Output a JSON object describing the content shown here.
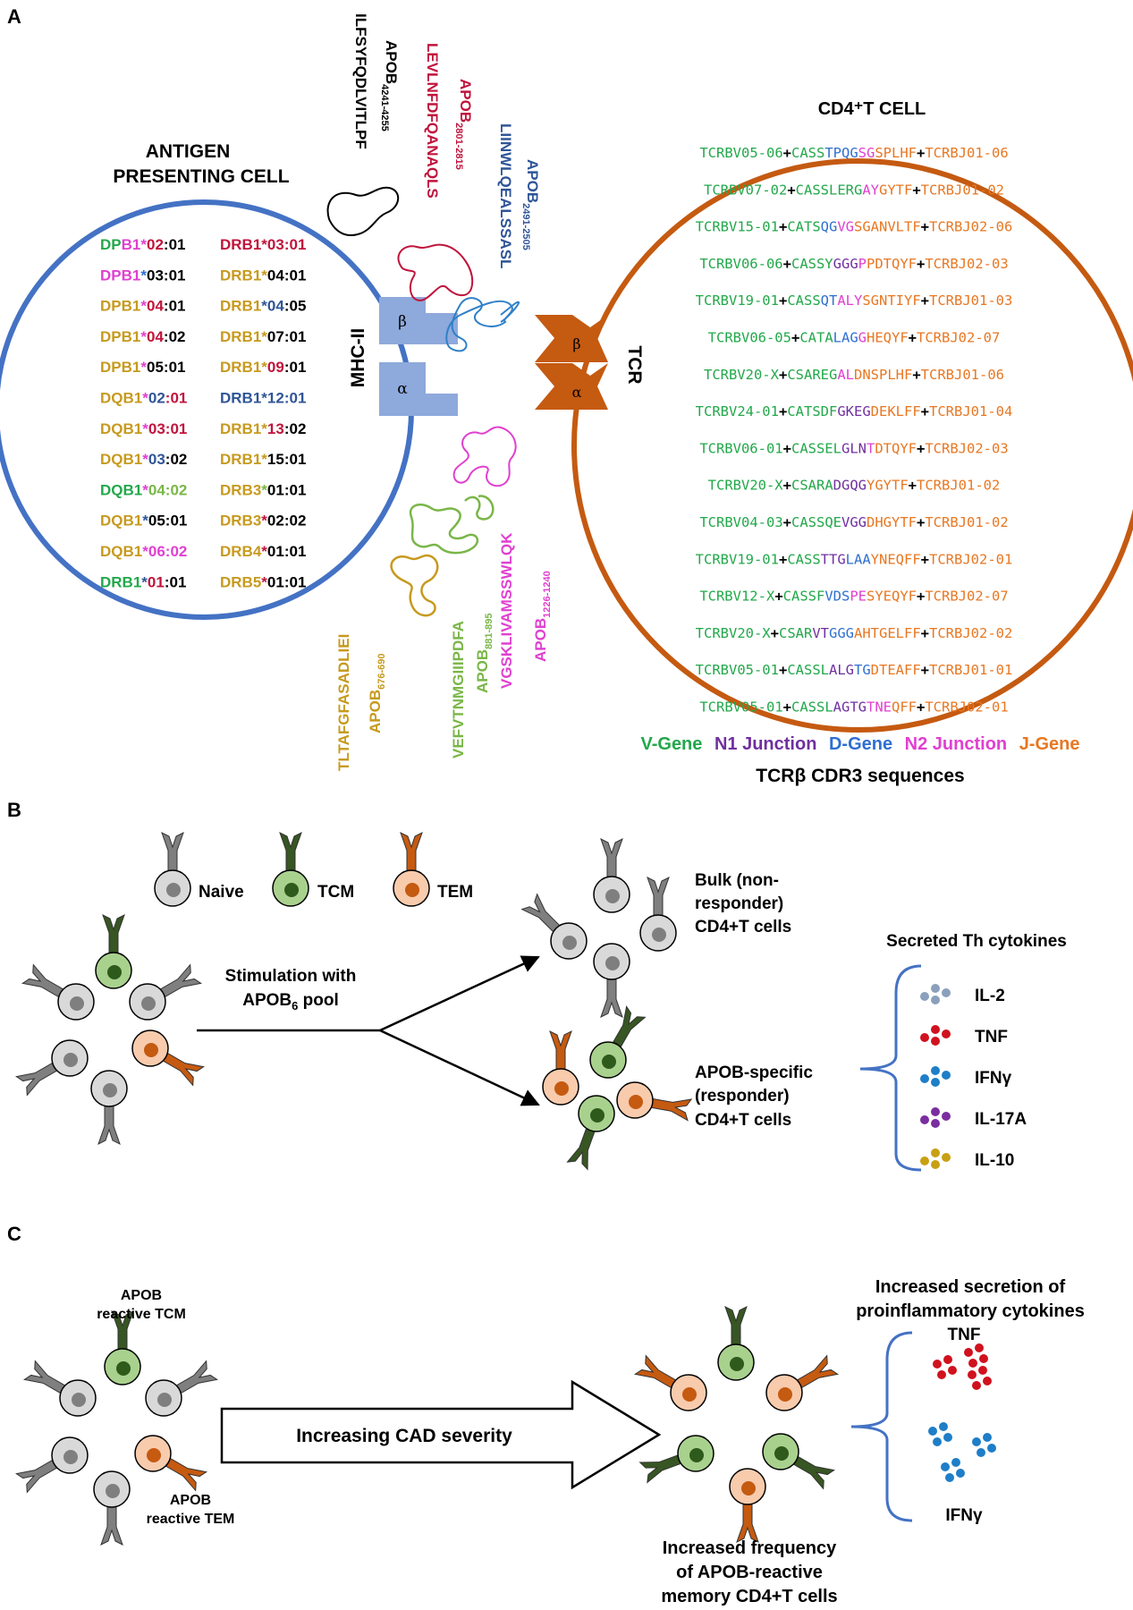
{
  "panels": {
    "a": "A",
    "b": "B",
    "c": "C"
  },
  "colors": {
    "v": "#22a84a",
    "n1": "#7030a0",
    "d": "#2f6fd0",
    "n2": "#e040d0",
    "j": "#e87722",
    "black": "#000000"
  },
  "apc": {
    "line1": "ANTIGEN",
    "line2": "PRESENTING CELL"
  },
  "cd4_title": "CD4⁺T CELL",
  "mhc_label": "MHC-II",
  "tcr_label": "TCR",
  "beta": "β",
  "alpha": "α",
  "alleles_left": [
    [
      [
        "DP",
        "#22a84a"
      ],
      [
        "B1",
        "#e040d0"
      ],
      [
        "*",
        "#e040d0"
      ],
      [
        "02",
        "#c0143c"
      ],
      [
        ":01",
        "#000000"
      ]
    ],
    [
      [
        "DPB1",
        "#e040d0"
      ],
      [
        "*",
        "#2f6fd0"
      ],
      [
        "03",
        "#000000"
      ],
      [
        ":01",
        "#000000"
      ]
    ],
    [
      [
        "DPB1",
        "#c79a1e"
      ],
      [
        "*",
        "#e040d0"
      ],
      [
        "04",
        "#c0143c"
      ],
      [
        ":01",
        "#000000"
      ]
    ],
    [
      [
        "DPB1",
        "#c79a1e"
      ],
      [
        "*",
        "#e040d0"
      ],
      [
        "04",
        "#c0143c"
      ],
      [
        ":02",
        "#000000"
      ]
    ],
    [
      [
        "DPB1",
        "#c79a1e"
      ],
      [
        "*",
        "#e040d0"
      ],
      [
        "05",
        "#000000"
      ],
      [
        ":01",
        "#000000"
      ]
    ],
    [
      [
        "DQB1",
        "#c79a1e"
      ],
      [
        "*",
        "#e040d0"
      ],
      [
        "02",
        "#2f5597"
      ],
      [
        ":01",
        "#c0143c"
      ]
    ],
    [
      [
        "DQB1",
        "#c79a1e"
      ],
      [
        "*",
        "#e040d0"
      ],
      [
        "03",
        "#c0143c"
      ],
      [
        ":01",
        "#c0143c"
      ]
    ],
    [
      [
        "DQB1",
        "#c79a1e"
      ],
      [
        "*",
        "#e040d0"
      ],
      [
        "03",
        "#2f5597"
      ],
      [
        ":02",
        "#000000"
      ]
    ],
    [
      [
        "DQB1",
        "#22a84a"
      ],
      [
        "*",
        "#e040d0"
      ],
      [
        "04",
        "#7ab648"
      ],
      [
        ":02",
        "#7ab648"
      ]
    ],
    [
      [
        "DQB1",
        "#c79a1e"
      ],
      [
        "*",
        "#2f5597"
      ],
      [
        "05",
        "#000000"
      ],
      [
        ":01",
        "#000000"
      ]
    ],
    [
      [
        "DQB1",
        "#c79a1e"
      ],
      [
        "*",
        "#e040d0"
      ],
      [
        "06",
        "#e040d0"
      ],
      [
        ":02",
        "#e040d0"
      ]
    ],
    [
      [
        "DRB1",
        "#22a84a"
      ],
      [
        "*",
        "#2f5597"
      ],
      [
        "01",
        "#c0143c"
      ],
      [
        ":01",
        "#000000"
      ]
    ]
  ],
  "alleles_right": [
    [
      [
        "DRB1",
        "#c0143c"
      ],
      [
        "*",
        "#c0143c"
      ],
      [
        "03",
        "#c0143c"
      ],
      [
        ":01",
        "#c0143c"
      ]
    ],
    [
      [
        "DRB1",
        "#c79a1e"
      ],
      [
        "*",
        "#c79a1e"
      ],
      [
        "04",
        "#000000"
      ],
      [
        ":01",
        "#000000"
      ]
    ],
    [
      [
        "DRB1",
        "#c79a1e"
      ],
      [
        "*",
        "#2f5597"
      ],
      [
        "04",
        "#2f5597"
      ],
      [
        ":05",
        "#000000"
      ]
    ],
    [
      [
        "DRB1",
        "#c79a1e"
      ],
      [
        "*",
        "#c79a1e"
      ],
      [
        "07",
        "#000000"
      ],
      [
        ":01",
        "#000000"
      ]
    ],
    [
      [
        "DRB1",
        "#c79a1e"
      ],
      [
        "*",
        "#c79a1e"
      ],
      [
        "09",
        "#c0143c"
      ],
      [
        ":01",
        "#000000"
      ]
    ],
    [
      [
        "DRB1",
        "#2f5597"
      ],
      [
        "*",
        "#2f5597"
      ],
      [
        "12",
        "#2f5597"
      ],
      [
        ":01",
        "#2f5597"
      ]
    ],
    [
      [
        "DRB1",
        "#c79a1e"
      ],
      [
        "*",
        "#c79a1e"
      ],
      [
        "13",
        "#c0143c"
      ],
      [
        ":02",
        "#000000"
      ]
    ],
    [
      [
        "DRB1",
        "#c79a1e"
      ],
      [
        "*",
        "#c79a1e"
      ],
      [
        "15",
        "#000000"
      ],
      [
        ":01",
        "#000000"
      ]
    ],
    [
      [
        "DRB3",
        "#c79a1e"
      ],
      [
        "*",
        "#7ab648"
      ],
      [
        "01",
        "#000000"
      ],
      [
        ":01",
        "#000000"
      ]
    ],
    [
      [
        "DRB3",
        "#c79a1e"
      ],
      [
        "*",
        "#c0143c"
      ],
      [
        "02",
        "#000000"
      ],
      [
        ":02",
        "#000000"
      ]
    ],
    [
      [
        "DRB4",
        "#c79a1e"
      ],
      [
        "*",
        "#c0143c"
      ],
      [
        "01",
        "#000000"
      ],
      [
        ":01",
        "#000000"
      ]
    ],
    [
      [
        "DRB5",
        "#c79a1e"
      ],
      [
        "*",
        "#c0143c"
      ],
      [
        "01",
        "#000000"
      ],
      [
        ":01",
        "#000000"
      ]
    ]
  ],
  "peptides": [
    {
      "seq": "ILFSYFQDLVITLPF",
      "apob": "APOB",
      "range": "4241-4255",
      "color": "#000000"
    },
    {
      "seq": "LEVLNFDFQANAQLS",
      "apob": "APOB",
      "range": "2801-2815",
      "color": "#c0143c"
    },
    {
      "seq": "LIINWLQEALSSASL",
      "apob": "APOB",
      "range": "2491-2505",
      "color": "#2f5597"
    },
    {
      "seq": "VGSKLIVAMSSWLQK",
      "apob": "APOB",
      "range": "1226-1240",
      "color": "#e040d0"
    },
    {
      "seq": "VEFVTNMGIIIPDFA",
      "apob": "APOB",
      "range": "881-895",
      "color": "#7ab648"
    },
    {
      "seq": "TLTAFGFASADLIEI",
      "apob": "APOB",
      "range": "676-690",
      "color": "#c79a1e"
    }
  ],
  "cdr3": [
    [
      [
        "TCRBV05-06",
        "v"
      ],
      [
        "+",
        "k"
      ],
      [
        "CASS",
        "v"
      ],
      [
        "TPQG",
        "d"
      ],
      [
        "SG",
        "n2"
      ],
      [
        "SPLHF",
        "j"
      ],
      [
        "+",
        "k"
      ],
      [
        "TCRBJ01-06",
        "j"
      ]
    ],
    [
      [
        "TCRBV07-02",
        "v"
      ],
      [
        "+",
        "k"
      ],
      [
        "CASSLERG",
        "v"
      ],
      [
        "AY",
        "n2"
      ],
      [
        "GYTF",
        "j"
      ],
      [
        "+",
        "k"
      ],
      [
        "TCRBJ01-02",
        "j"
      ]
    ],
    [
      [
        "TCRBV15-01",
        "v"
      ],
      [
        "+",
        "k"
      ],
      [
        "CATS",
        "v"
      ],
      [
        "QG",
        "d"
      ],
      [
        "VG",
        "n2"
      ],
      [
        "SGANVLTF",
        "j"
      ],
      [
        "+",
        "k"
      ],
      [
        "TCRBJ02-06",
        "j"
      ]
    ],
    [
      [
        "TCRBV06-06",
        "v"
      ],
      [
        "+",
        "k"
      ],
      [
        "CASSY",
        "v"
      ],
      [
        "GGG",
        "n1"
      ],
      [
        "P",
        "n2"
      ],
      [
        "PDTQYF",
        "j"
      ],
      [
        "+",
        "k"
      ],
      [
        "TCRBJ02-03",
        "j"
      ]
    ],
    [
      [
        "TCRBV19-01",
        "v"
      ],
      [
        "+",
        "k"
      ],
      [
        "CASS",
        "v"
      ],
      [
        "QT",
        "d"
      ],
      [
        "ALY",
        "n2"
      ],
      [
        "SGNTIYF",
        "j"
      ],
      [
        "+",
        "k"
      ],
      [
        "TCRBJ01-03",
        "j"
      ]
    ],
    [
      [
        "TCRBV06-05",
        "v"
      ],
      [
        "+",
        "k"
      ],
      [
        "CATA",
        "v"
      ],
      [
        "LAG",
        "d"
      ],
      [
        "G",
        "n2"
      ],
      [
        "HEQYF",
        "j"
      ],
      [
        "+",
        "k"
      ],
      [
        "TCRBJ02-07",
        "j"
      ]
    ],
    [
      [
        "TCRBV20-X",
        "v"
      ],
      [
        "+",
        "k"
      ],
      [
        "CSAREG",
        "v"
      ],
      [
        "AL",
        "n2"
      ],
      [
        "DNSPLHF",
        "j"
      ],
      [
        "+",
        "k"
      ],
      [
        "TCRBJ01-06",
        "j"
      ]
    ],
    [
      [
        "TCRBV24-01",
        "v"
      ],
      [
        "+",
        "k"
      ],
      [
        "CATSDF",
        "v"
      ],
      [
        "GKEG",
        "n1"
      ],
      [
        "DEKLFF",
        "j"
      ],
      [
        "+",
        "k"
      ],
      [
        "TCRBJ01-04",
        "j"
      ]
    ],
    [
      [
        "TCRBV06-01",
        "v"
      ],
      [
        "+",
        "k"
      ],
      [
        "CASSEL",
        "v"
      ],
      [
        "GLN",
        "n1"
      ],
      [
        "T",
        "n2"
      ],
      [
        "DTQYF",
        "j"
      ],
      [
        "+",
        "k"
      ],
      [
        "TCRBJ02-03",
        "j"
      ]
    ],
    [
      [
        "TCRBV20-X",
        "v"
      ],
      [
        "+",
        "k"
      ],
      [
        "CSARA",
        "v"
      ],
      [
        "DGQG",
        "n1"
      ],
      [
        "YGYTF",
        "j"
      ],
      [
        "+",
        "k"
      ],
      [
        "TCRBJ01-02",
        "j"
      ]
    ],
    [
      [
        "TCRBV04-03",
        "v"
      ],
      [
        "+",
        "k"
      ],
      [
        "CASSQE",
        "v"
      ],
      [
        "VGG",
        "n1"
      ],
      [
        "DHGYTF",
        "j"
      ],
      [
        "+",
        "k"
      ],
      [
        "TCRBJ01-02",
        "j"
      ]
    ],
    [
      [
        "TCRBV19-01",
        "v"
      ],
      [
        "+",
        "k"
      ],
      [
        "CASS",
        "v"
      ],
      [
        "TTG",
        "n1"
      ],
      [
        "LAA",
        "d"
      ],
      [
        "YNEQFF",
        "j"
      ],
      [
        "+",
        "k"
      ],
      [
        "TCRBJ02-01",
        "j"
      ]
    ],
    [
      [
        "TCRBV12-X",
        "v"
      ],
      [
        "+",
        "k"
      ],
      [
        "CASSF",
        "v"
      ],
      [
        "VDS",
        "d"
      ],
      [
        "PE",
        "n2"
      ],
      [
        "SYEQYF",
        "j"
      ],
      [
        "+",
        "k"
      ],
      [
        "TCRBJ02-07",
        "j"
      ]
    ],
    [
      [
        "TCRBV20-X",
        "v"
      ],
      [
        "+",
        "k"
      ],
      [
        "CSAR",
        "v"
      ],
      [
        "VT",
        "n1"
      ],
      [
        "GGG",
        "d"
      ],
      [
        "AHTGELFF",
        "j"
      ],
      [
        "+",
        "k"
      ],
      [
        "TCRBJ02-02",
        "j"
      ]
    ],
    [
      [
        "TCRBV05-01",
        "v"
      ],
      [
        "+",
        "k"
      ],
      [
        "CASSL",
        "v"
      ],
      [
        "ALG",
        "n1"
      ],
      [
        "TG",
        "d"
      ],
      [
        "DTEAFF",
        "j"
      ],
      [
        "+",
        "k"
      ],
      [
        "TCRBJ01-01",
        "j"
      ]
    ],
    [
      [
        "TCRBV05-01",
        "v"
      ],
      [
        "+",
        "k"
      ],
      [
        "CASSL",
        "v"
      ],
      [
        "AGTG",
        "n1"
      ],
      [
        "TNE",
        "n2"
      ],
      [
        "QFF",
        "j"
      ],
      [
        "+",
        "k"
      ],
      [
        "TCRBJ02-01",
        "j"
      ]
    ]
  ],
  "legend": {
    "v": "V-Gene",
    "n1": "N1 Junction",
    "d": "D-Gene",
    "n2": "N2 Junction",
    "j": "J-Gene"
  },
  "cdr3_caption": "TCRβ CDR3 sequences",
  "b": {
    "naive": "Naive",
    "tcm": "TCM",
    "tem": "TEM",
    "stim1": "Stimulation with",
    "stim2_main": "APOB",
    "stim2_sub": "6",
    "stim2_rest": " pool",
    "bulk1": "Bulk (non-",
    "bulk2": "responder)",
    "bulk3": "CD4+T cells",
    "spec1": "APOB-specific",
    "spec2": "(responder)",
    "spec3": "CD4+T cells",
    "cyto_title": "Secreted Th cytokines",
    "cytokines": [
      {
        "label": "IL-2",
        "color": "#8aa0bc"
      },
      {
        "label": "TNF",
        "color": "#d0121e"
      },
      {
        "label": "IFNγ",
        "color": "#1e7ec8"
      },
      {
        "label": "IL-17A",
        "color": "#7a2ea0"
      },
      {
        "label": "IL-10",
        "color": "#c8a012"
      }
    ]
  },
  "c": {
    "tcm1": "APOB",
    "tcm2": "reactive TCM",
    "tem1": "APOB",
    "tem2": "reactive TEM",
    "arrow": "Increasing CAD severity",
    "freq1": "Increased frequency",
    "freq2": "of APOB-reactive",
    "freq3": "memory CD4+T cells",
    "sec1": "Increased secretion of",
    "sec2": "proinflammatory cytokines",
    "tnf": "TNF",
    "ifn": "IFNγ"
  }
}
